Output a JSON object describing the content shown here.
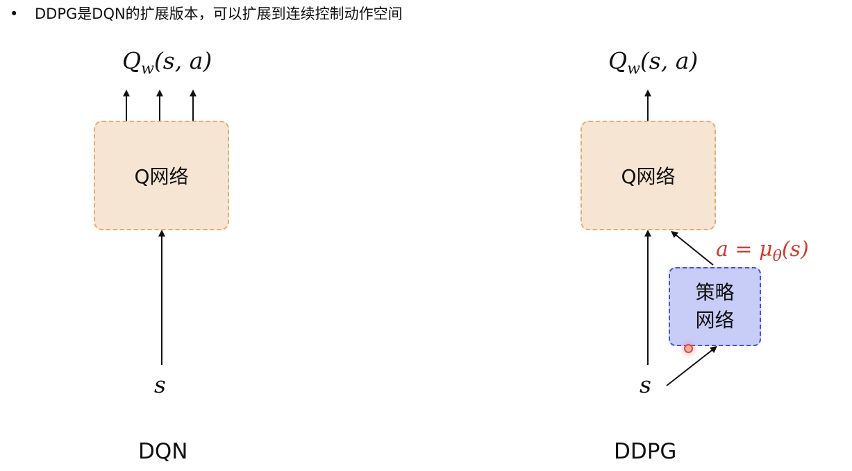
{
  "header": {
    "bullet": "•",
    "text": "DDPG是DQN的扩展版本，可以扩展到连续控制动作空间"
  },
  "dqn": {
    "output_q": "Q",
    "output_sub": "w",
    "output_args": "(s, a)",
    "box_label": "Q网络",
    "input": "s",
    "caption": "DQN"
  },
  "ddpg": {
    "output_q": "Q",
    "output_sub": "w",
    "output_args": "(s, a)",
    "box_label": "Q网络",
    "action_prefix": "a = μ",
    "action_sub": "θ",
    "action_args": "(s)",
    "policy_line1": "策略",
    "policy_line2": "网络",
    "input": "s",
    "caption": "DDPG"
  },
  "colors": {
    "q_fill": "#f6e5d2",
    "q_border": "#e6ab73",
    "policy_fill": "#c8cdf7",
    "policy_border": "#3b57d8",
    "action_label": "#d23a2e"
  }
}
